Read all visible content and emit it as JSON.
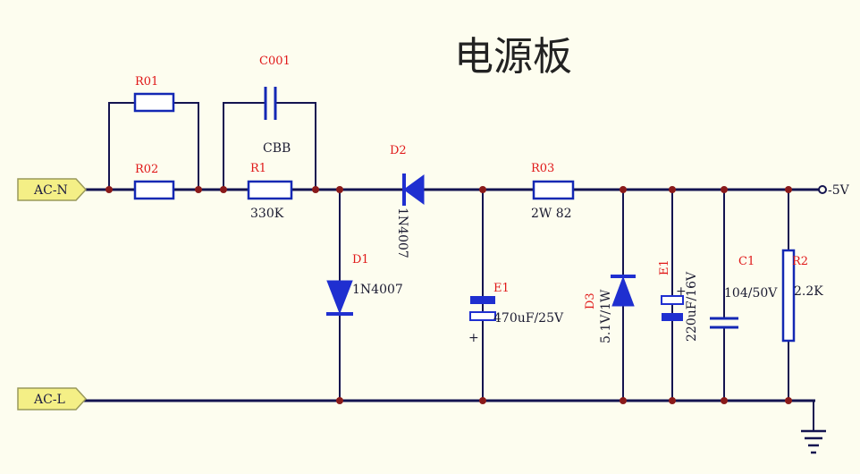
{
  "title": "电源板",
  "ports": {
    "ac_n": "AC-N",
    "ac_l": "AC-L"
  },
  "output": "-5V",
  "components": {
    "r01": {
      "ref": "R01"
    },
    "r02": {
      "ref": "R02"
    },
    "c001": {
      "ref": "C001",
      "value": "CBB"
    },
    "r1": {
      "ref": "R1",
      "value": "330K"
    },
    "d2": {
      "ref": "D2",
      "value": "1N4007"
    },
    "d1": {
      "ref": "D1",
      "value": "1N4007"
    },
    "e1_big": {
      "ref": "E1",
      "value": "470uF/25V"
    },
    "r03": {
      "ref": "R03",
      "value": "2W 82"
    },
    "d3": {
      "ref": "D3",
      "value": "5.1V/1W"
    },
    "e1_small": {
      "ref": "E1",
      "value": "220uF/16V"
    },
    "c1": {
      "ref": "C1",
      "value": "104/50V"
    },
    "r2": {
      "ref": "R2",
      "value": "2.2K"
    }
  }
}
